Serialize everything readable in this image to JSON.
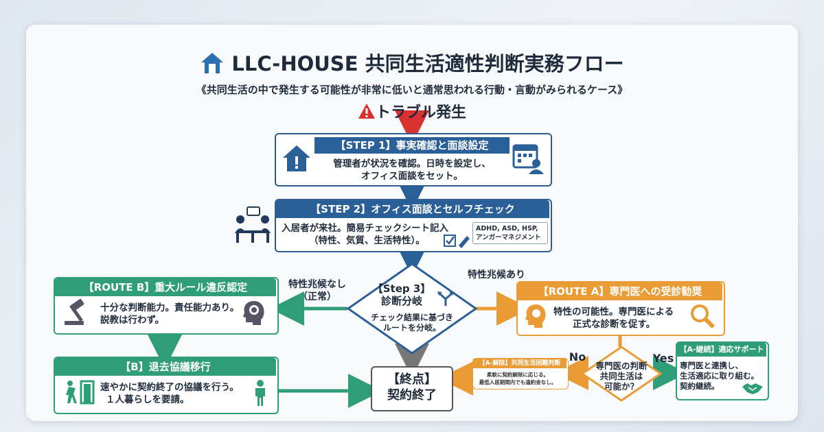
{
  "title": "LLC-HOUSE 共同生活適性判断実務フロー",
  "subtitle": "《共同生活の中で発生する可能性が非常に低いと通常思われる行動・言動がみられるケース》",
  "trouble": "トラブル発生",
  "step1": {
    "header": "【STEP 1】事実確認と面談設定",
    "line1": "管理者が状況を確認。日時を設定し、",
    "line2": "オフィス面談をセット。"
  },
  "step2": {
    "header": "【STEP 2】オフィス面談とセルフチェック",
    "line1": "入居者が来社。簡易チェックシート記入",
    "line2": "（特性、気質、生活特性）。",
    "tag1": "ADHD, ASD, HSP,",
    "tag2": "アンガーマネジメント"
  },
  "step3": {
    "title1": "【Step 3】",
    "title2": "診断分岐",
    "line1": "チェック結果に基づき",
    "line2": "ルートを分岐。"
  },
  "label_no_sign": {
    "line1": "特性兆候なし",
    "line2": "（正常）"
  },
  "label_sign": "特性兆候あり",
  "route_b": {
    "header": "【ROUTE B】重大ルール違反認定",
    "line1": "十分な判断能力。責任能力あり。",
    "line2": "説教は行わず。"
  },
  "b_exit": {
    "header": "【B】退去協議移行",
    "line1": "速やかに契約終了の協議を行う。",
    "line2": "１人暮らしを要請。"
  },
  "route_a": {
    "header": "【ROUTE A】専門医への受診勧奨",
    "line1": "特性の可能性。専門医による",
    "line2": "正式な診断を促す。"
  },
  "end": {
    "line1": "【終点】",
    "line2": "契約終了"
  },
  "a_release": {
    "header": "【A-解除】共同生活困難判断",
    "line1": "柔軟に契約解除に応じる。",
    "line2": "最低入居期間内でも違約金なし。"
  },
  "doctor": {
    "line1": "専門医の判断",
    "line2": "共同生活は",
    "line3": "可能か？"
  },
  "no_label": "No",
  "yes_label": "Yes",
  "a_continue": {
    "header": "【A-継続】適応サポート",
    "line1": "専門医と連携し、",
    "line2": "生活適応に取り組む。",
    "line3": "契約継続。"
  },
  "icons": [
    "house-icon",
    "warning-icon",
    "house-alert-icon",
    "calendar-person-icon",
    "meeting-icon",
    "checklist-pencil-icon",
    "gavel-icon",
    "brain-head-icon",
    "split-arrows-icon",
    "search-icon",
    "exit-door-icon",
    "person-icon",
    "handshake-icon"
  ],
  "colors": {
    "blue": "#2a5f97",
    "green": "#2f9d78",
    "orange": "#e99b35",
    "red": "#d93030",
    "text": "#1f2a3a"
  }
}
